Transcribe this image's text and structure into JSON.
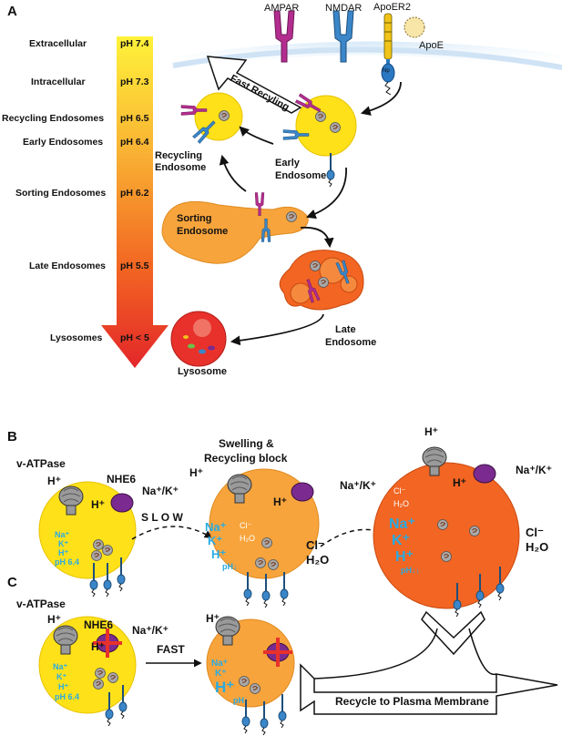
{
  "panels": {
    "a": "A",
    "b": "B",
    "c": "C"
  },
  "receptors": {
    "ampar": "AMPAR",
    "nmdar": "NMDAR",
    "apoer2": "ApoER2",
    "apoe": "ApoE",
    "npxy": "Np\nxy"
  },
  "ph_scale": [
    {
      "label": "Extracellular",
      "ph": "pH 7.4"
    },
    {
      "label": "Intracellular",
      "ph": "pH 7.3"
    },
    {
      "label": "Recycling Endosomes",
      "ph": "pH 6.5"
    },
    {
      "label": "Early Endosomes",
      "ph": "pH 6.4"
    },
    {
      "label": "Sorting Endosomes",
      "ph": "pH 6.2"
    },
    {
      "label": "Late Endosomes",
      "ph": "pH 5.5"
    },
    {
      "label": "Lysosomes",
      "ph": "pH < 5"
    }
  ],
  "compartments": {
    "fast_recycling": "Fast Recyling",
    "recycling": [
      "Recycling",
      "Endosome"
    ],
    "early": [
      "Early",
      "Endosome"
    ],
    "sorting": [
      "Sorting",
      "Endosome"
    ],
    "late": [
      "Late",
      "Endosome"
    ],
    "lysosome": "Lysosome"
  },
  "panel_b": {
    "vatpase": "v-ATPase",
    "nhe6": "NHE6",
    "exchange": "Na⁺/K⁺",
    "slow": "S L O W",
    "swelling": [
      "Swelling &",
      "Recycling block"
    ],
    "chloride": "Cl⁻",
    "water": "H₂O",
    "hplus": "H⁺",
    "ions_small": [
      "Na⁺",
      "K⁺",
      "H⁺",
      "pH 6.4"
    ],
    "ions_mid": [
      "Na⁺",
      "K⁺",
      "H⁺",
      "pH↓",
      "Cl⁻",
      "H₂O"
    ],
    "ions_big": [
      "Cl⁻",
      "H₂O",
      "Na⁺",
      "K⁺",
      "H⁺",
      "pH↓↓"
    ]
  },
  "panel_c": {
    "vatpase": "v-ATPase",
    "nhe6": "NHE6",
    "exchange": "Na⁺/K⁺",
    "fast": "FAST",
    "recycle": "Recycle to Plasma Membrane",
    "hplus": "H⁺",
    "ions_small": [
      "Na⁺",
      "K⁺",
      "H⁺",
      "pH 6.4"
    ],
    "ions_mid": [
      "Na⁺",
      "K⁺",
      "H⁺",
      "pH↓"
    ]
  },
  "colors": {
    "yellow": "#ffe11a",
    "orange_light": "#f7a43c",
    "orange_mid": "#f7941d",
    "orange_dark": "#f26522",
    "red": "#e8312b",
    "ampar": "#b32d8f",
    "nmdar": "#3a86c8",
    "exchanger": "#7b2b8f",
    "atpase": "#999999",
    "ion_blue": "#29abe2"
  }
}
